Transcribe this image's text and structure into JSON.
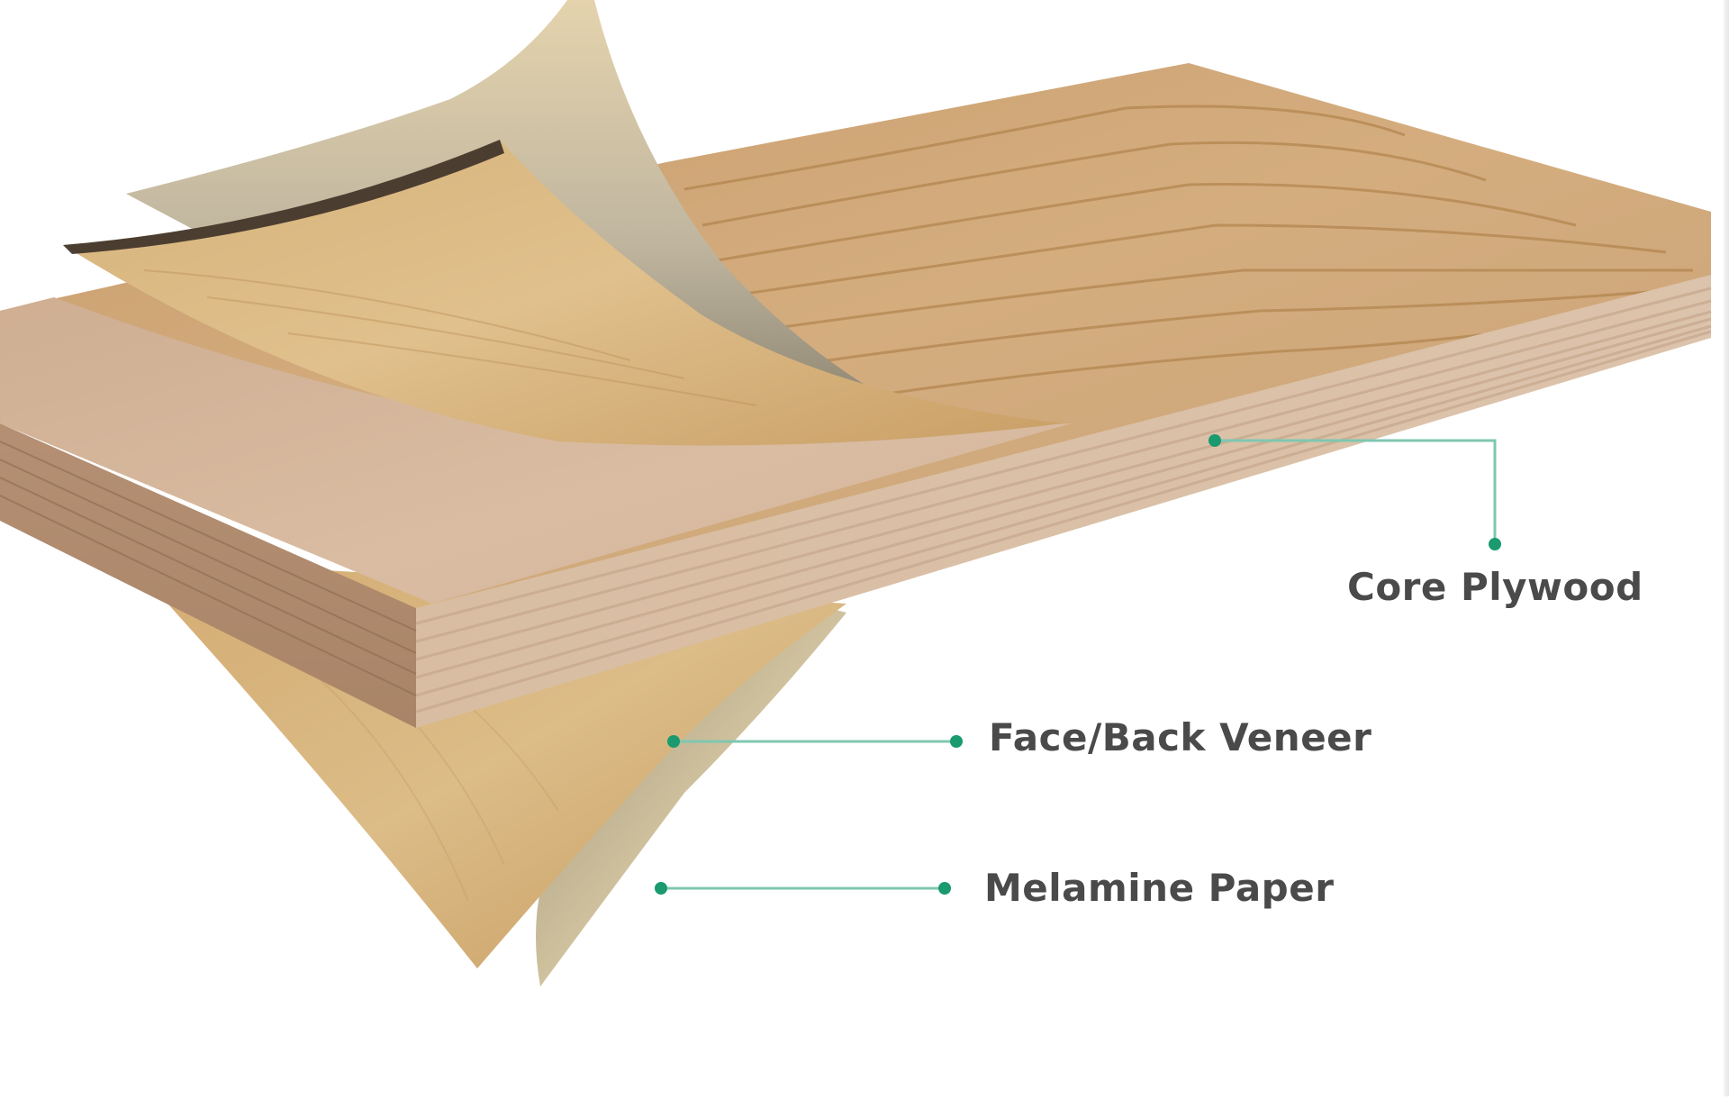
{
  "diagram": {
    "subject": "Melamine faced plywood layer structure",
    "labels": {
      "core": "Core Plywood",
      "veneer": "Face/Back Veneer",
      "melamine": "Melamine Paper"
    },
    "colors": {
      "leader_line": "#7fc7b0",
      "leader_dot": "#1a9a6e",
      "label_text": "#4a4a4a",
      "board_top": "#c9a47a",
      "board_edge": "#dcc2a8",
      "core_face": "#d2b49a",
      "veneer": "#d8b47c",
      "melamine_paper": "#cbbf9d"
    }
  }
}
